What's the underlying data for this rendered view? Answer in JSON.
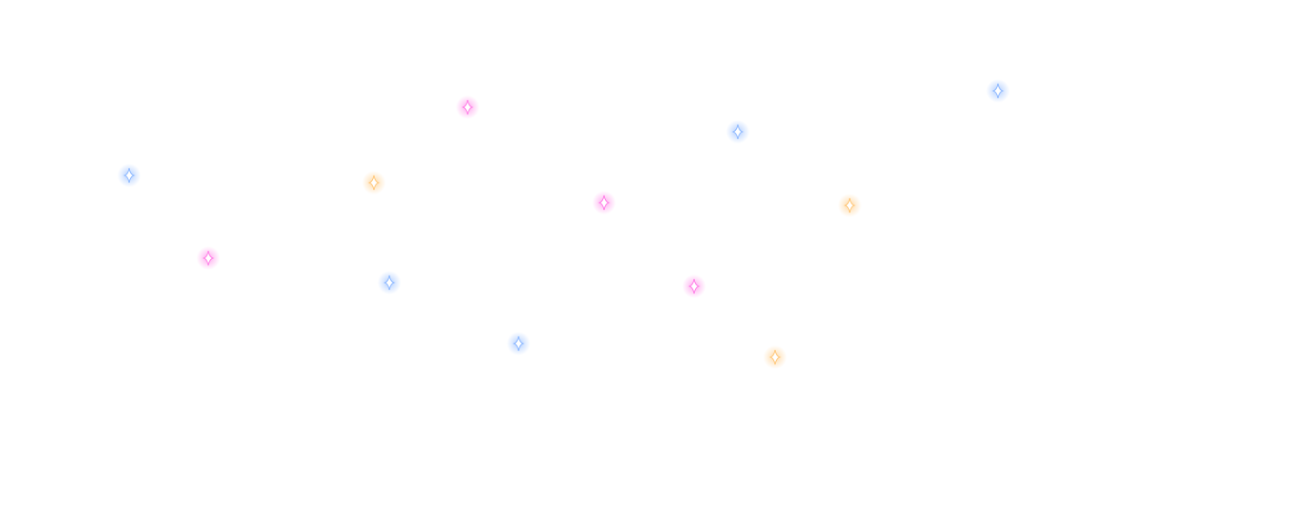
{
  "palette": {
    "blue": "#8db8ff",
    "pink": "#ff7fe6",
    "orange": "#ffc77a",
    "core": "#ffffff"
  },
  "sparkles": [
    {
      "color": "blue",
      "icon": "sparkle-icon"
    },
    {
      "color": "pink",
      "icon": "sparkle-icon"
    },
    {
      "color": "blue",
      "icon": "sparkle-icon"
    },
    {
      "color": "blue",
      "icon": "sparkle-icon"
    },
    {
      "color": "orange",
      "icon": "sparkle-icon"
    },
    {
      "color": "pink",
      "icon": "sparkle-icon"
    },
    {
      "color": "orange",
      "icon": "sparkle-icon"
    },
    {
      "color": "pink",
      "icon": "sparkle-icon"
    },
    {
      "color": "blue",
      "icon": "sparkle-icon"
    },
    {
      "color": "pink",
      "icon": "sparkle-icon"
    },
    {
      "color": "blue",
      "icon": "sparkle-icon"
    },
    {
      "color": "orange",
      "icon": "sparkle-icon"
    }
  ]
}
